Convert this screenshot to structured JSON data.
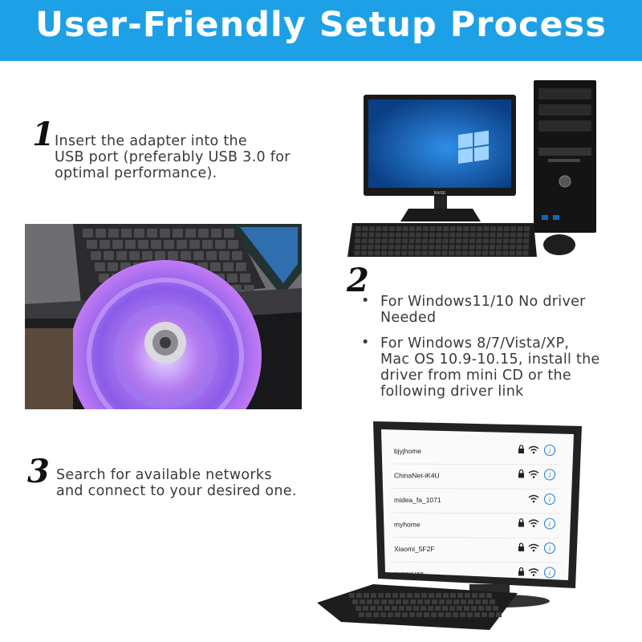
{
  "header": {
    "title": "User-Friendly Setup Process",
    "bg_color": "#1ea0e6"
  },
  "steps": [
    {
      "number": "1",
      "lines": [
        "Insert the adapter into the",
        "USB port (preferably USB 3.0 for",
        "optimal performance)."
      ]
    },
    {
      "number": "2",
      "bullets": [
        {
          "lines": [
            "For Windows11/10 No driver",
            "Needed"
          ]
        },
        {
          "lines": [
            "For Windows 8/7/Vista/XP,",
            "Mac OS 10.9-10.15, install the",
            "driver from mini CD or the",
            "following driver link"
          ]
        }
      ]
    },
    {
      "number": "3",
      "lines": [
        "Search for available networks",
        "and connect to your desired one."
      ]
    }
  ],
  "bullet_char": "•",
  "monitor_brand": "BAISE",
  "wifi_networks": [
    {
      "name": "bjyjhome",
      "locked": true
    },
    {
      "name": "ChinaNet-iK4U",
      "locked": true
    },
    {
      "name": "midea_fa_1071",
      "locked": false
    },
    {
      "name": "myhome",
      "locked": true
    },
    {
      "name": "Xiaomi_5F2F",
      "locked": true
    },
    {
      "name": "xuanxuan",
      "locked": true
    }
  ],
  "info_glyph": "i",
  "icons": [
    "lock-icon",
    "wifi-icon",
    "info-icon",
    "windows-logo-icon",
    "cd-disc-icon"
  ]
}
